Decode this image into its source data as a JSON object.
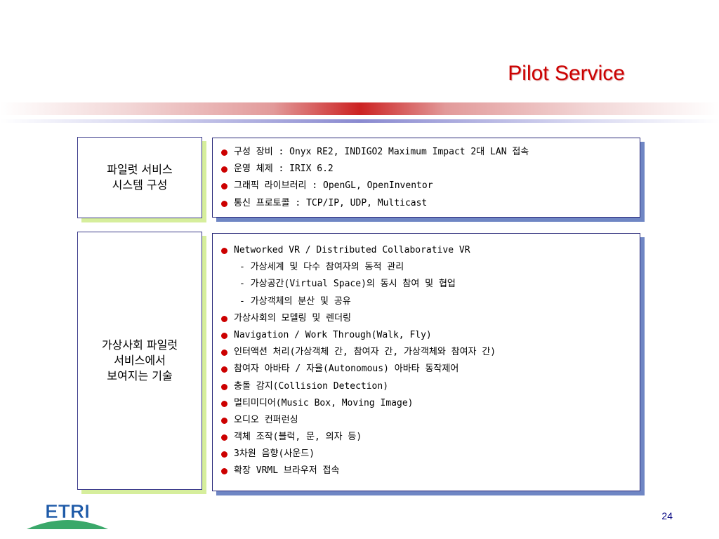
{
  "slide": {
    "title": "Pilot Service",
    "page_number": "24",
    "logo_text": "ETRI"
  },
  "sections": [
    {
      "label_lines": [
        "파일럿 서비스",
        "시스템 구성"
      ],
      "items": [
        {
          "text": "구성 장비 : Onyx RE2, INDIGO2 Maximum Impact 2대 LAN 접속",
          "bullet": true
        },
        {
          "text": "운영 체제 : IRIX 6.2",
          "bullet": true
        },
        {
          "text": "그래픽 라이브러리 : OpenGL, OpenInventor",
          "bullet": true
        },
        {
          "text": "통신 프로토콜 : TCP/IP, UDP, Multicast",
          "bullet": true
        }
      ]
    },
    {
      "label_lines": [
        "가상사회 파일럿",
        "서비스에서",
        "보여지는 기술"
      ],
      "items": [
        {
          "text": "Networked VR / Distributed Collaborative VR",
          "bullet": true
        },
        {
          "text": "- 가상세계 및 다수 참여자의 동적 관리",
          "bullet": false
        },
        {
          "text": "- 가상공간(Virtual Space)의 동시 참여 및 협업",
          "bullet": false
        },
        {
          "text": "- 가상객체의 분산 및 공유",
          "bullet": false
        },
        {
          "text": "가상사회의 모델링 및 렌더링",
          "bullet": true
        },
        {
          "text": "Navigation / Work Through(Walk, Fly)",
          "bullet": true
        },
        {
          "text": "인터액션 처리(가상객체 간, 참여자 간, 가상객체와 참여자 간)",
          "bullet": true
        },
        {
          "text": "참여자 아바타 / 자율(Autonomous) 아바타 동작제어",
          "bullet": true
        },
        {
          "text": "충돌 감지(Collision Detection)",
          "bullet": true
        },
        {
          "text": "멀티미디어(Music Box, Moving Image)",
          "bullet": true
        },
        {
          "text": "오디오 컨퍼런싱",
          "bullet": true
        },
        {
          "text": "객체 조작(블럭, 문, 의자 등)",
          "bullet": true
        },
        {
          "text": "3차원 음향(사운드)",
          "bullet": true
        },
        {
          "text": "확장 VRML 브라우저 접속",
          "bullet": true
        }
      ]
    }
  ],
  "colors": {
    "title": "#cc0000",
    "bullet": "#cc0000",
    "box_border": "#2a2a7a",
    "content_shadow": "#6f86c4",
    "label_shadow": "#d6ee9c",
    "logo_blue": "#1e5aa8",
    "logo_green": "#3aa86a"
  }
}
